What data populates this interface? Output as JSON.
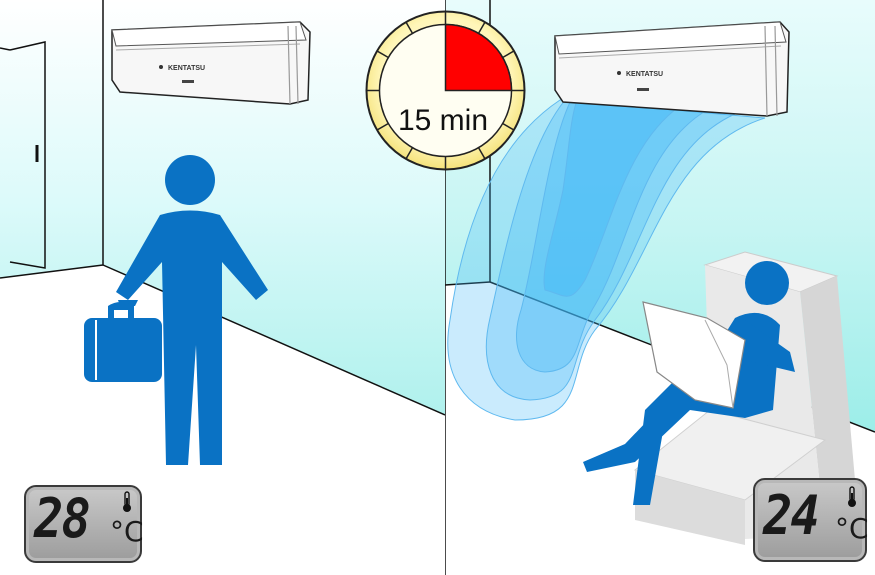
{
  "timer": {
    "label": "15 min",
    "elapsed_fraction": 0.25
  },
  "ac_brand": "KENTATSU",
  "left_scene": {
    "temperature": "28",
    "unit": "°C",
    "icon": "thermometer-icon"
  },
  "right_scene": {
    "temperature": "24",
    "unit": "°C",
    "icon": "thermometer-icon"
  },
  "colors": {
    "sky_top": "#c8f3f3",
    "sky_bottom": "#7ee8e1",
    "figure": "#0a72c4",
    "airflow": "#35b3f5",
    "timer_fill": "#ff0000",
    "banner": "#f27c82"
  }
}
